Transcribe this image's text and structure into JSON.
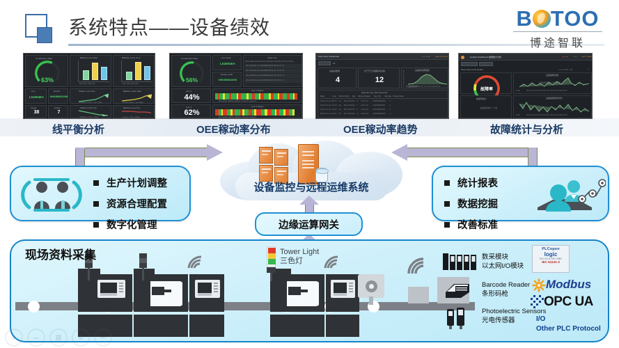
{
  "header": {
    "title": "系统特点——设备绩效",
    "logo_icon": "square-overlap-logo",
    "brand": {
      "letters": "B",
      "letters2": "TOO",
      "flame_icon": "flame-swirl-icon",
      "cn": "博途智联"
    }
  },
  "dashboards": [
    {
      "caption": "线平衡分析",
      "kind": "line-balance",
      "gauge": {
        "value": "63%",
        "color": "#37c14e"
      },
      "tiles": [
        {
          "label": "Line",
          "value": "L04094EA"
        },
        {
          "label": "Device",
          "value": "NH03BM3200B"
        },
        {
          "label": "Target",
          "value": "38"
        },
        {
          "label": "Actual",
          "value": "7"
        }
      ],
      "charts": [
        {
          "title": "Balance Loss Rate",
          "bars": [
            44,
            78,
            60
          ]
        },
        {
          "title": "Balance Cycle Time",
          "bars": [
            38,
            82,
            64
          ]
        },
        {
          "title": "Station Loss Time",
          "type": "line"
        },
        {
          "title": "Balance Chart Rate",
          "type": "line"
        },
        {
          "title": "Station Cycle Trip",
          "type": "line"
        },
        {
          "title": "Balance Loss Trip",
          "type": "line"
        }
      ]
    },
    {
      "caption": "OEE稼动率分布",
      "kind": "oee-distribution",
      "gauge": {
        "value": "56%",
        "color": "#37c14e"
      },
      "rows": [
        {
          "label": "Line 1",
          "value": "44%"
        },
        {
          "label": "Line 2",
          "value": "62%"
        }
      ],
      "codes": [
        "L04094EA",
        "NH03BM3200B"
      ],
      "table_headers": [
        "Work Order",
        "Line ID",
        "Device",
        "Standard Qty",
        "Production Qty",
        "Work Time",
        "Down Time"
      ],
      "table_rows": [
        [
          "WO-000101",
          "A1",
          "NH03BM3200",
          "80",
          "61",
          "8",
          "1.5"
        ],
        [
          "WO-000102",
          "A2",
          "NH03BM3201",
          "80",
          "72",
          "8",
          "0.8"
        ],
        [
          "WO-000103",
          "A3",
          "NH03BM3202",
          "80",
          "55",
          "8",
          "2.1"
        ],
        [
          "WO-000104",
          "A4",
          "NH03BM3203",
          "80",
          "66",
          "8",
          "1.2"
        ]
      ]
    },
    {
      "caption": "OEE稼动率趋势",
      "kind": "oee-trend",
      "window_title": "Shop Floor Dashboard",
      "kpis": [
        {
          "label": "设备总数量",
          "value": "4"
        },
        {
          "label": "生产开工机器稼动总数",
          "value": "12"
        }
      ],
      "trend_title": "设备稼动率趋势",
      "table_title": "Daily Energy Class Records",
      "table_headers": [
        "Date",
        "Line",
        "Work Order",
        "Qty",
        "Device Name",
        "Dev No.",
        "Energy / Class Rate"
      ],
      "table_rows": [
        [
          "2024-03-01 08:00",
          "A1",
          "WO-000101",
          "8",
          "CNC-01",
          "NH03BM3200",
          "1"
        ],
        [
          "2024-03-01 10:00",
          "A2",
          "WO-000102",
          "7",
          "CNC-02",
          "NH03BM3201",
          "2"
        ],
        [
          "2024-03-01 13:00",
          "A3",
          "WO-000103",
          "6",
          "CNC-03",
          "NH03BM3202",
          "2"
        ],
        [
          "2024-03-01 15:00",
          "A4",
          "WO-000104",
          "9",
          "CNC-04",
          "NH03BM3203",
          "1"
        ]
      ]
    },
    {
      "caption": "故障统计与分析",
      "kind": "fault-analysis",
      "window_title": "Grafana   Dashboard  故障统计分析",
      "panel_title": "Shop Floor Fault Health",
      "gauge": {
        "value": "故障率",
        "color": "#e04a32"
      },
      "charts": [
        {
          "title": "设备故障次数",
          "type": "area"
        },
        {
          "title": "设备故障停机时长",
          "type": "area"
        }
      ],
      "left_label": "故障率统计"
    }
  ],
  "left_callout": {
    "icon": "two-people-cycle-icon",
    "items": [
      "生产计划调整",
      "资源合理配置",
      "数字化管理"
    ]
  },
  "right_callout": {
    "icon": "people-chart-icon",
    "items": [
      "统计报表",
      "数据挖掘",
      "改善标准"
    ]
  },
  "cloud": {
    "label": "设备监控与远程运维系统",
    "server_rack_icon": "server-rack-icon",
    "server_tower_icon": "server-tower-database-icon"
  },
  "gateway": {
    "label": "边缘运算网关"
  },
  "factory": {
    "title": "现场资料采集",
    "tower_light": {
      "en": "Tower Light",
      "cn": "三色灯",
      "icon": "tower-light-icon"
    },
    "legend": [
      {
        "icon": "io-module-icon",
        "l1": "数采模块",
        "l2": "以太网I/O模块"
      },
      {
        "icon": "barcode-reader-icon",
        "l1": "Barcode Reader",
        "l2": "条形码枪"
      },
      {
        "icon": "photoelectric-sensor-icon",
        "l1": "Photoelectric Sensors",
        "l2": "光电传感器"
      }
    ],
    "protocols": {
      "plcopen": {
        "l1": "PLCopen",
        "l2": "logic",
        "l3": "IEC  I/O  &  SFC  FBD",
        "l4": "IEC 61131-3"
      },
      "modbus": "Modbus",
      "opcua": "OPC UA",
      "other_l1": "I/O",
      "other_l2": "Other PLC Protocol"
    }
  },
  "colors": {
    "accent": "#1484c8",
    "brand": "#2c6fb3",
    "arrow": "#b9b5d5",
    "arrow_edge": "#7f8c4f"
  }
}
